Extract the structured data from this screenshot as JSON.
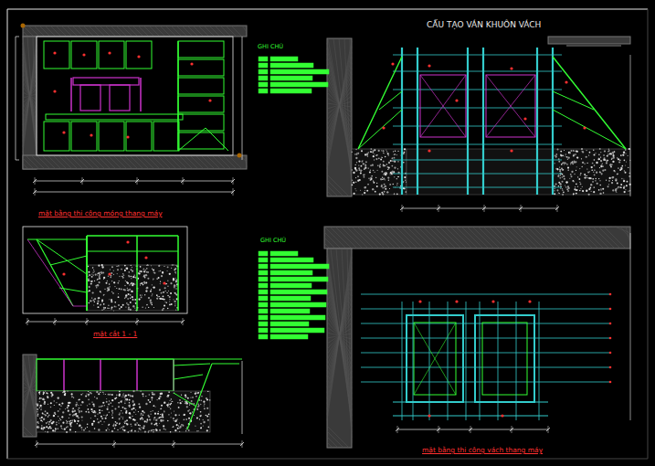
{
  "diagram": {
    "labels": [
      "mặt bằng thi công móng thang máy",
      "mặt cắt 1 - 1",
      "CẤU TẠO VÁN KHUÔN VÁCH",
      "GHI CHÚ",
      "GHI CHÚ",
      "mặt bằng thi công vách thang máy"
    ]
  }
}
